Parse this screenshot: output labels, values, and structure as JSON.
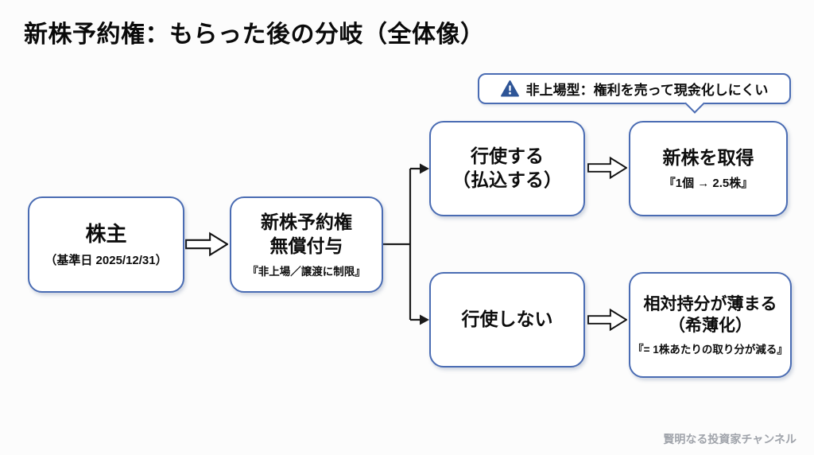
{
  "title": "新株予約権：もらった後の分岐（全体像）",
  "callout": {
    "icon": "warning-triangle-icon",
    "text": "非上場型：権利を売って現金化しにくい"
  },
  "nodes": {
    "shareholder": {
      "title": "株主",
      "subtitle": "（基準日 2025/12/31）"
    },
    "grant": {
      "title_line1": "新株予約権",
      "title_line2": "無償付与",
      "subtitle": "『非上場／譲渡に制限』"
    },
    "exercise": {
      "title_line1": "行使する",
      "title_line2": "（払込する）"
    },
    "acquire": {
      "title": "新株を取得",
      "subtitle": "『1個 → 2.5株』"
    },
    "no_exercise": {
      "title": "行使しない"
    },
    "dilution": {
      "title_line1": "相対持分が薄まる",
      "title_line2": "（希薄化）",
      "subtitle": "『= 1株あたりの取り分が減る』"
    }
  },
  "footer": "賢明なる投資家チャンネル",
  "colors": {
    "box_border": "#4a6cb3",
    "warning_icon": "#2e5597",
    "text": "#0d0d0d",
    "footer_text": "#a0a4ab",
    "background": "#fcfcfc"
  }
}
